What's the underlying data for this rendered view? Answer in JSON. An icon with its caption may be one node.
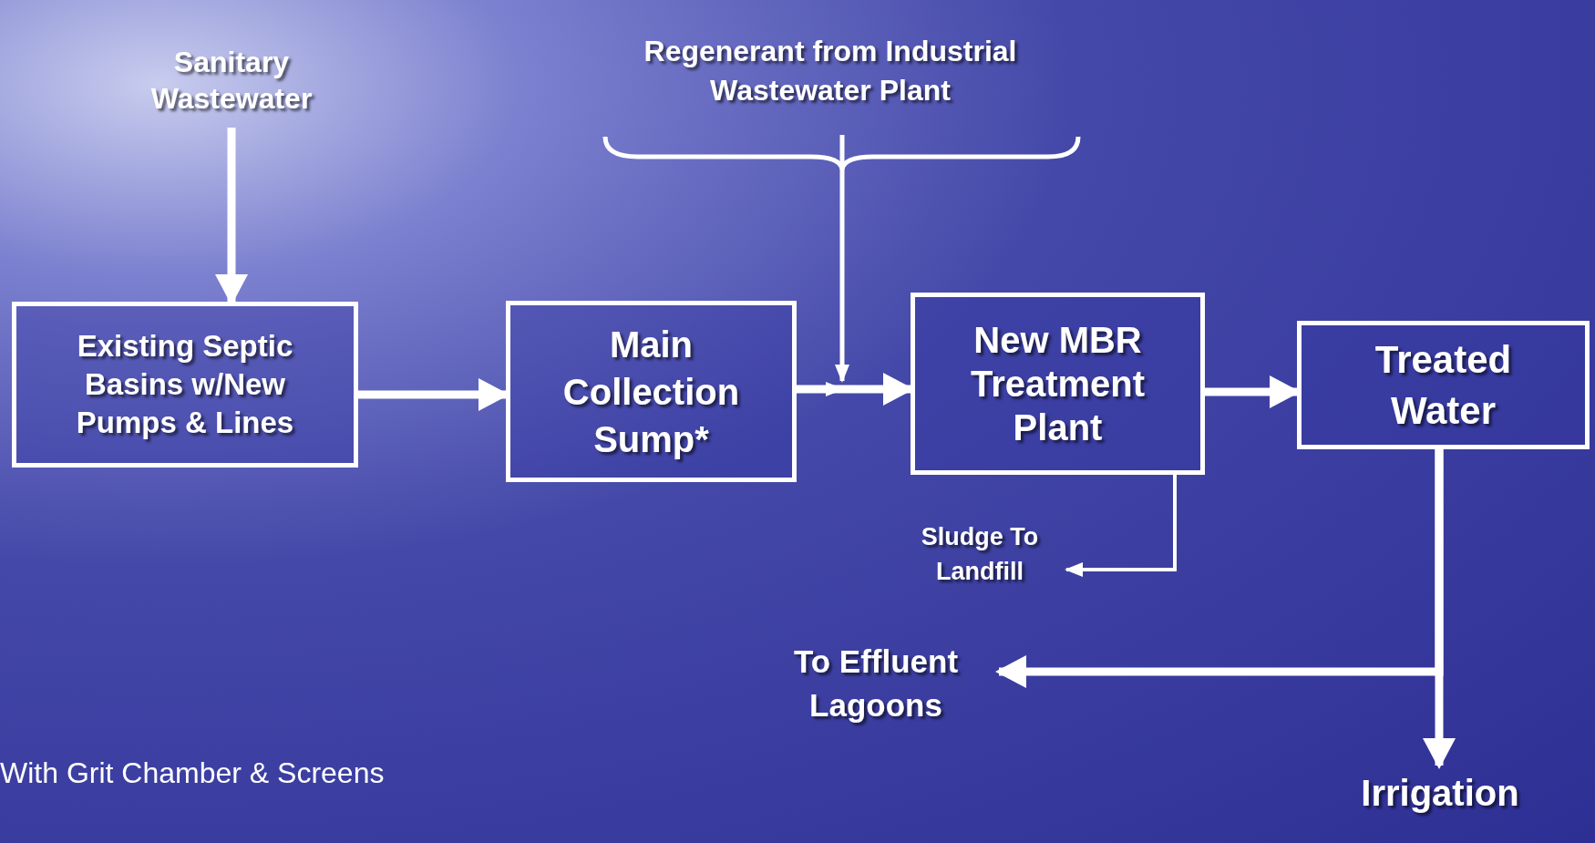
{
  "diagram": {
    "nodes": [
      {
        "text": [
          "Sanitary Wastewater"
        ]
      },
      {
        "text": [
          "Existing Septic Basins w/New Pumps & Lines"
        ]
      },
      {
        "text": [
          "Main Collection Sump*"
        ]
      },
      {
        "text": [
          "Regenerant from Industrial Wastewater Plant"
        ]
      },
      {
        "text": [
          "New MBR Treatment Plant"
        ]
      },
      {
        "text": [
          "Treated Water"
        ]
      },
      {
        "text": [
          "Sludge To Landfill"
        ]
      },
      {
        "text": [
          "To Effluent Lagoons"
        ]
      },
      {
        "text": [
          "Irrigation"
        ]
      }
    ],
    "edges": [
      {
        "from": 0,
        "to": 1,
        "arrow": "to"
      },
      {
        "from": 1,
        "to": 2,
        "arrow": "to"
      },
      {
        "from": 2,
        "to": 4,
        "arrow": "to"
      },
      {
        "from": 3,
        "to": 4,
        "arrow": "to"
      },
      {
        "from": 4,
        "to": 5,
        "arrow": "to"
      },
      {
        "from": 4,
        "to": 6,
        "arrow": "to"
      },
      {
        "from": 5,
        "to": 7,
        "arrow": "to"
      },
      {
        "from": 5,
        "to": 8,
        "arrow": "to"
      }
    ],
    "labels": [
      "With Grit Chamber & Screens"
    ]
  }
}
